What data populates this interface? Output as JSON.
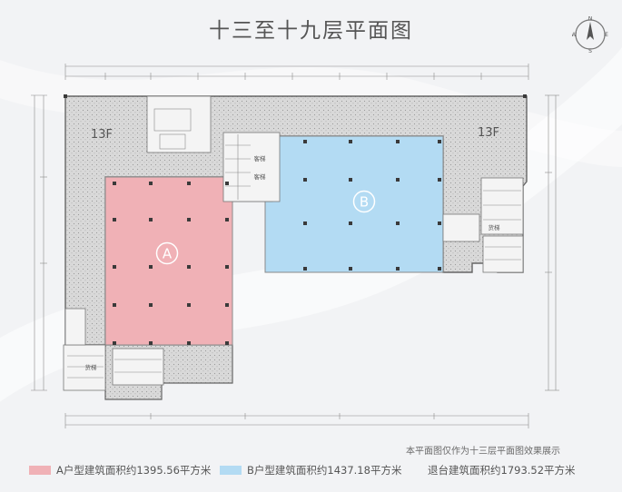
{
  "page_title": "十三至十九层平面图",
  "compass": {
    "n": "N",
    "e": "E",
    "s": "S",
    "w": "W"
  },
  "floor_labels": {
    "left": "13F",
    "right": "13F"
  },
  "unit_labels": {
    "a": "A",
    "b": "B"
  },
  "room_labels": {
    "stair_1": "客梯",
    "stair_2": "客梯",
    "freight_1": "货梯",
    "freight_2": "货梯"
  },
  "note": "本平面图仅作为十三层平面图效果展示",
  "legend": {
    "a": {
      "label": "A户型建筑面积约1395.56平方米",
      "color": "#f0b1b6"
    },
    "b": {
      "label": "B户型建筑面积约1437.18平方米",
      "color": "#b3dbf3"
    },
    "terrace": {
      "label": "退台建筑面积约1793.52平方米"
    }
  },
  "colors": {
    "unit_a": "#f0b1b6",
    "unit_b": "#b3dbf3",
    "terrace": "#dcdcdc",
    "wall": "#777777"
  }
}
